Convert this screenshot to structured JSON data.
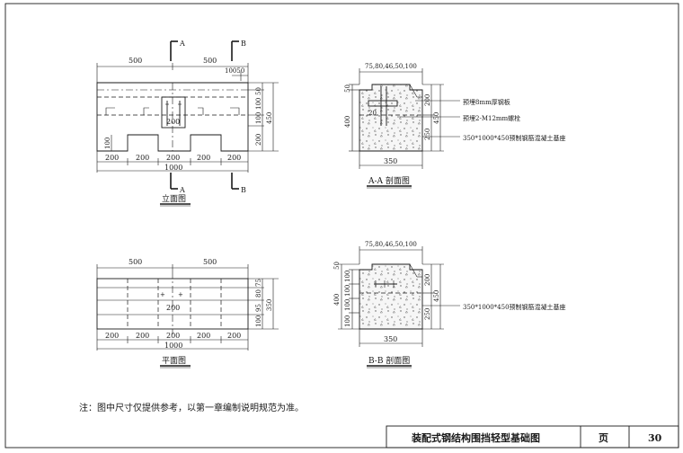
{
  "elevation": {
    "caption": "立面图",
    "section_a": "A",
    "section_b": "B",
    "dims_top": [
      "500",
      "500"
    ],
    "dim_top_right": "10050",
    "dims_right": [
      "50",
      "100",
      "100",
      "450",
      "200"
    ],
    "dim_left_100": "100",
    "dim_center": "200",
    "dims_bottom": [
      "200",
      "200",
      "200",
      "200",
      "200"
    ],
    "dim_total": "1000"
  },
  "section_aa": {
    "caption": "A-A 剖面图",
    "dims_top": "75,80,46,50,100",
    "dims_left": [
      "50",
      "400"
    ],
    "dims_right": [
      "200",
      "450",
      "250"
    ],
    "inner_dim": "20",
    "width_dim": "350",
    "callouts": [
      "预埋8mm厚钢板",
      "预埋2-M12mm螺栓",
      "350*1000*450预制钢筋混凝土基座"
    ]
  },
  "plan": {
    "caption": "平面图",
    "dims_top": [
      "500",
      "500"
    ],
    "dims_right": [
      "75",
      "80",
      "95",
      "100",
      "350"
    ],
    "dim_center": "200",
    "dims_bottom": [
      "200",
      "200",
      "200",
      "200",
      "200"
    ],
    "dim_total": "1000"
  },
  "section_bb": {
    "caption": "B-B 剖面图",
    "dims_top": "75,80,46,50,100",
    "dims_left": [
      "50",
      "100",
      "100",
      "100",
      "100",
      "400"
    ],
    "dims_right": [
      "200",
      "450",
      "250"
    ],
    "width_dim": "350",
    "callout": "350*1000*450预制钢筋混凝土基座"
  },
  "note": "注：图中尺寸仅提供参考，以第一章编制说明规范为准。",
  "title_block": {
    "title": "装配式钢结构围挡轻型基础图",
    "page_label": "页",
    "page_number": "30"
  }
}
